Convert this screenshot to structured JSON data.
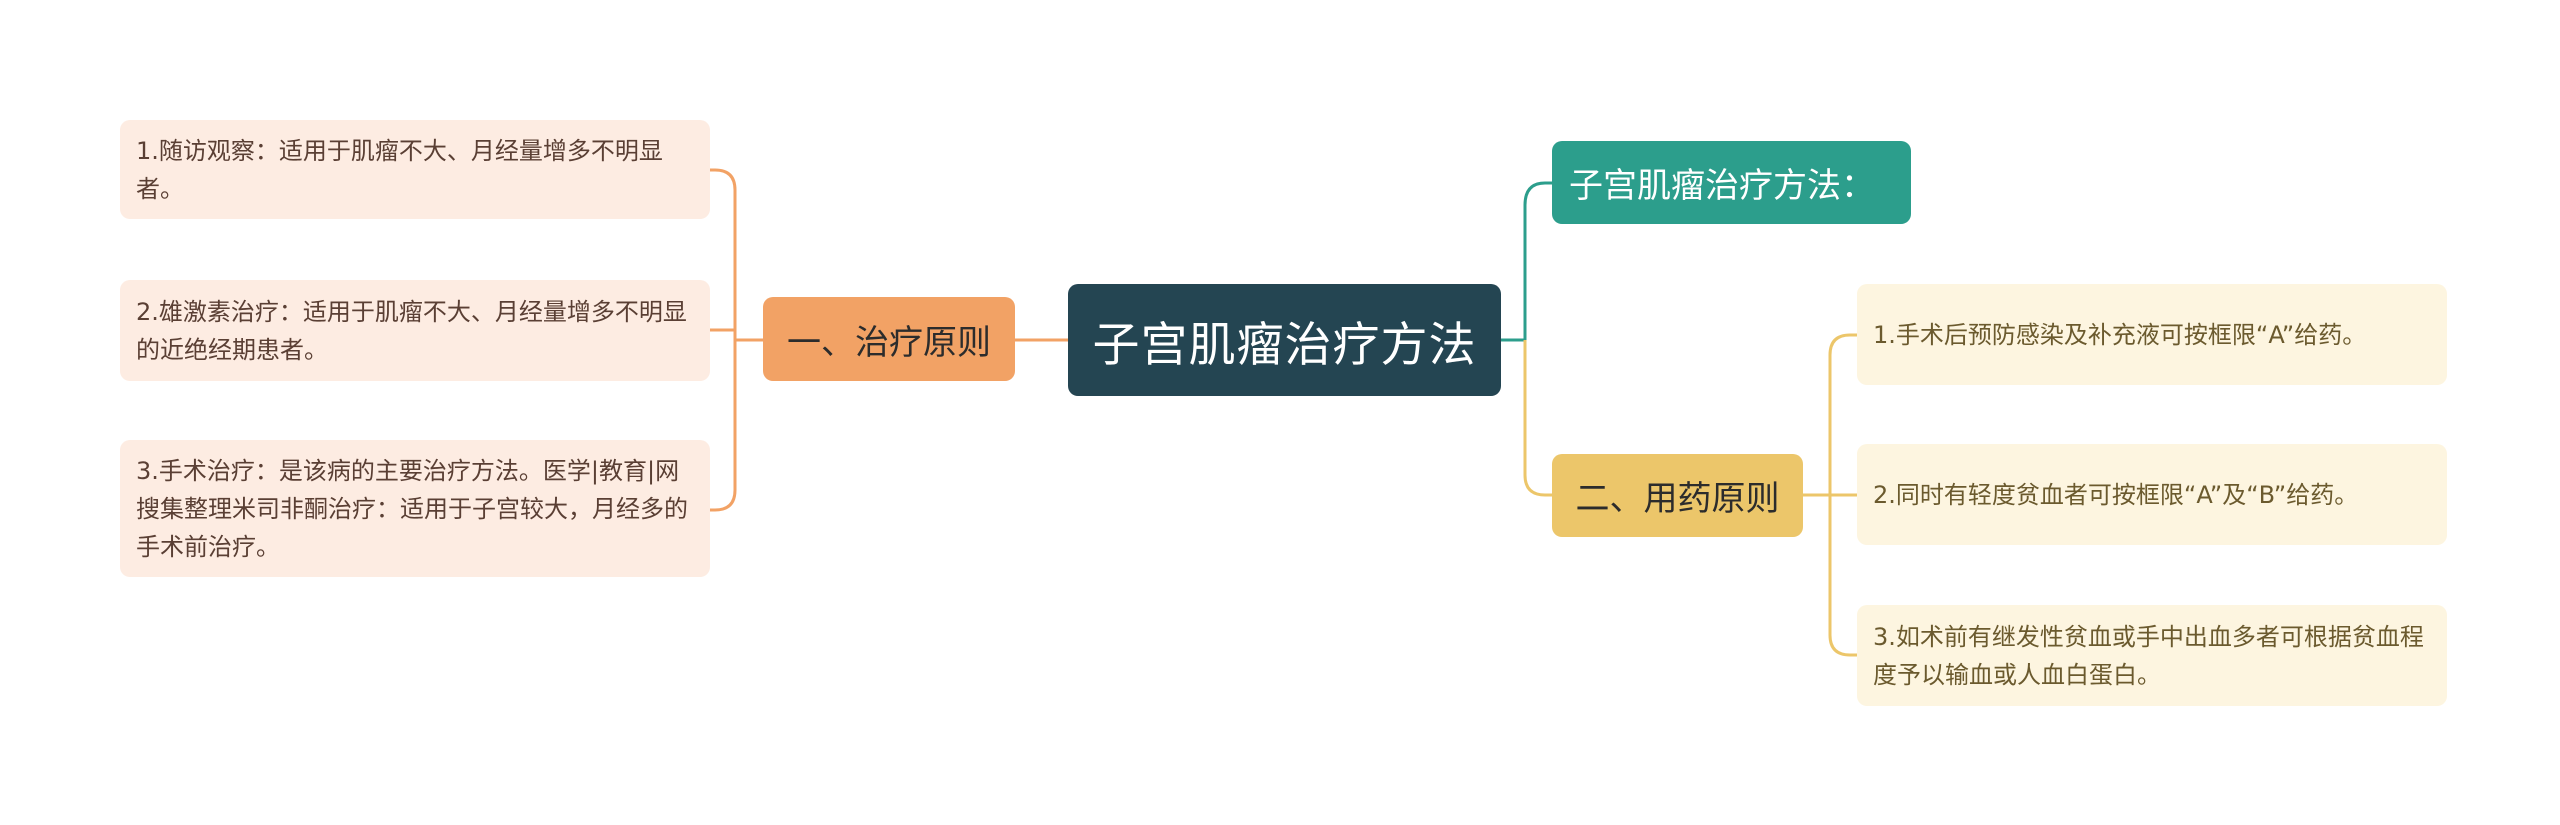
{
  "root": {
    "label": "子宫肌瘤治疗方法"
  },
  "left_branch": {
    "label": "一、治疗原则",
    "items": [
      "1.随访观察：适用于肌瘤不大、月经量增多不明显者。",
      "2.雄激素治疗：适用于肌瘤不大、月经量增多不明显的近绝经期患者。",
      "3.手术治疗：是该病的主要治疗方法。医学|教育|网搜集整理米司非酮治疗：适用于子宫较大，月经多的手术前治疗。"
    ]
  },
  "top_branch": {
    "label": "子宫肌瘤治疗方法："
  },
  "right_branch": {
    "label": "二、用药原则",
    "items": [
      "1.手术后预防感染及补充液可按框限“A”给药。",
      "2.同时有轻度贫血者可按框限“A”及“B”给药。",
      "3.如术前有继发性贫血或手中出血多者可根据贫血程度予以输血或人血白蛋白。"
    ]
  },
  "colors": {
    "root": "#244552",
    "left": "#f2a265",
    "left_leaf": "#fdece2",
    "top": "#2c9e8c",
    "right": "#ecc66a",
    "right_leaf": "#fdf5e0"
  }
}
